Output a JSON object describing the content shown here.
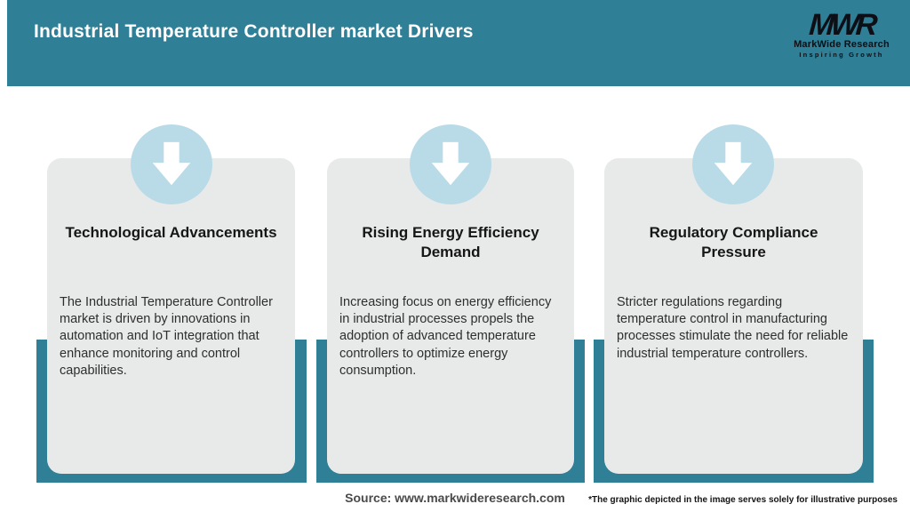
{
  "header": {
    "title": "Industrial Temperature Controller market Drivers",
    "logo": {
      "mark": "MWR",
      "name": "MarkWide Research",
      "tagline": "Inspiring Growth"
    }
  },
  "cards": [
    {
      "title": "Technological Advancements",
      "body": "The Industrial Temperature Controller market is driven by innovations in automation and IoT integration that enhance monitoring and control capabilities."
    },
    {
      "title": "Rising Energy Efficiency\nDemand",
      "body": "Increasing focus on energy efficiency in industrial processes propels the adoption of advanced temperature controllers to optimize energy consumption."
    },
    {
      "title": "Regulatory Compliance\nPressure",
      "body": "Stricter regulations regarding temperature control in manufacturing processes stimulate the need for reliable industrial temperature controllers."
    }
  ],
  "footer": {
    "source": "Source: www.markwideresearch.com",
    "disclaimer": "*The graphic depicted in the image serves solely for illustrative purposes"
  },
  "colors": {
    "teal": "#2F7F96",
    "circle_blue": "#B9DBE7",
    "card_bg": "#E8EAEA"
  }
}
